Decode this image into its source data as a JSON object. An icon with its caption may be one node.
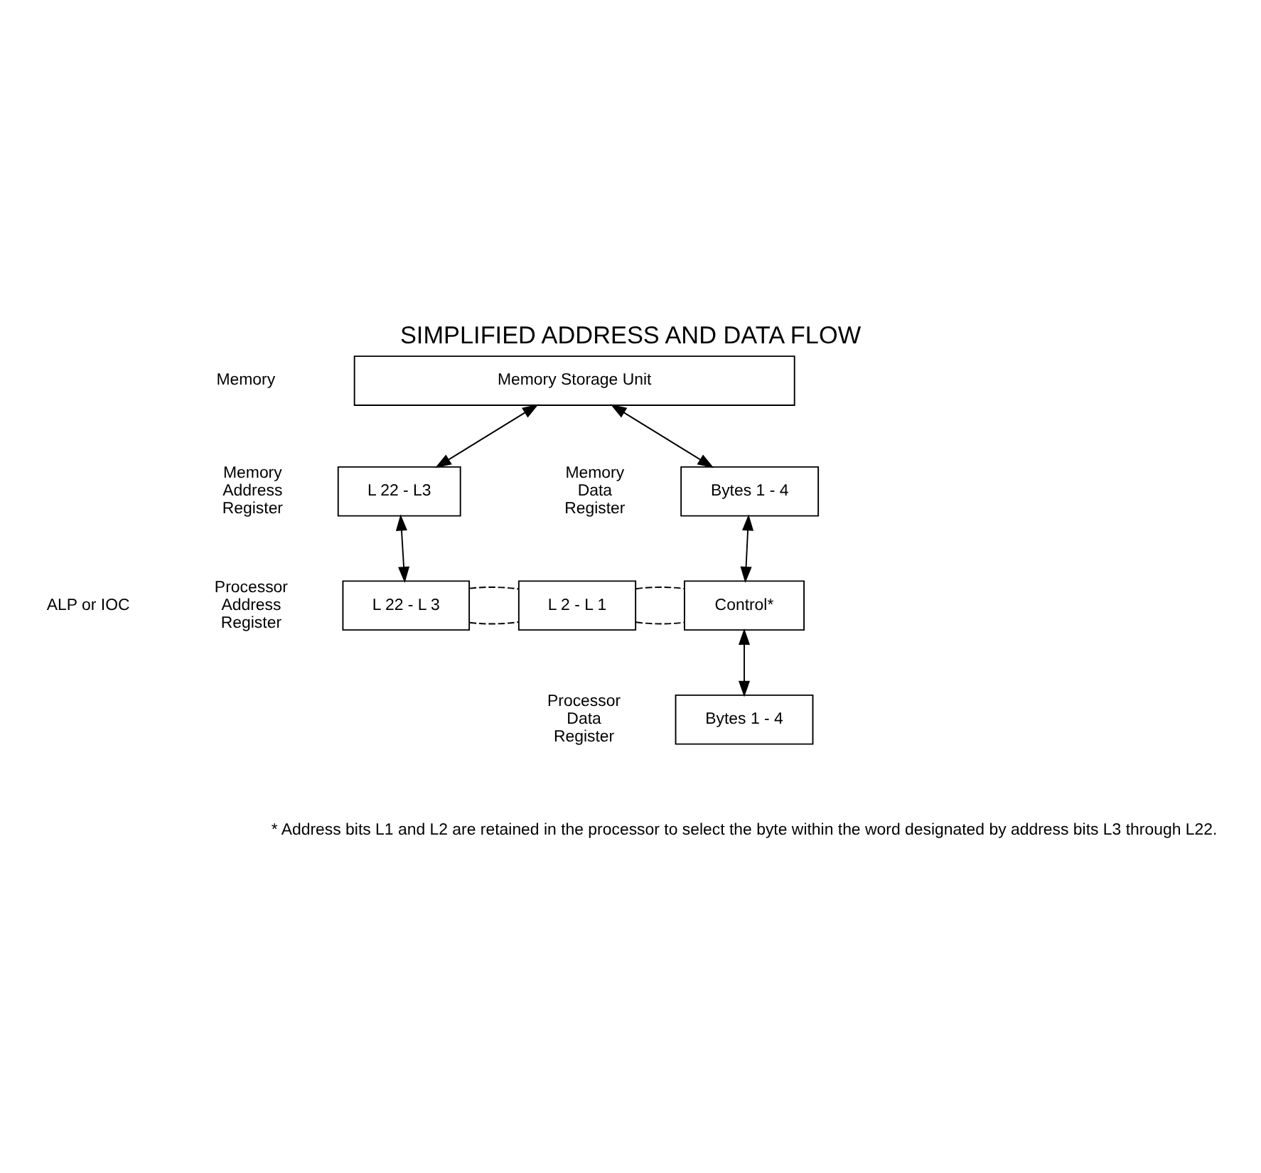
{
  "diagram": {
    "title": "SIMPLIFIED ADDRESS AND DATA FLOW",
    "nodes": [
      {
        "text": [
          "Memory Storage Unit"
        ]
      },
      {
        "text": [
          "L 22 - L3"
        ],
        "beside": [
          "Memory Address Register"
        ]
      },
      {
        "text": [
          "Bytes 1 - 4"
        ],
        "beside": [
          "Memory Data Register"
        ]
      },
      {
        "text": [
          "L 22 - L 3"
        ],
        "beside": [
          "Processor Address Register"
        ]
      },
      {
        "text": [
          "L 2 - L 1"
        ]
      },
      {
        "text": [
          "Control*"
        ]
      },
      {
        "text": [
          "Bytes 1 - 4"
        ],
        "beside": [
          "Processor Data Register"
        ]
      }
    ],
    "edges": [
      {
        "from": 0,
        "to": 1,
        "arrow": "both"
      },
      {
        "from": 0,
        "to": 2,
        "arrow": "both"
      },
      {
        "from": 1,
        "to": 3,
        "arrow": "both"
      },
      {
        "from": 2,
        "to": 5,
        "arrow": "both"
      },
      {
        "from": 3,
        "to": 4,
        "arrow": "none",
        "style": "dashed"
      },
      {
        "from": 3,
        "to": 4,
        "arrow": "none",
        "style": "dashed"
      },
      {
        "from": 4,
        "to": 5,
        "arrow": "none",
        "style": "dashed"
      },
      {
        "from": 4,
        "to": 5,
        "arrow": "none",
        "style": "dashed"
      },
      {
        "from": 5,
        "to": 6,
        "arrow": "both"
      }
    ],
    "labels": [
      "Memory",
      "ALP or IOC",
      "* Address bits L1 and L2 are retained in the processor to select the byte within the word designated by address bits L3 through L22."
    ]
  }
}
